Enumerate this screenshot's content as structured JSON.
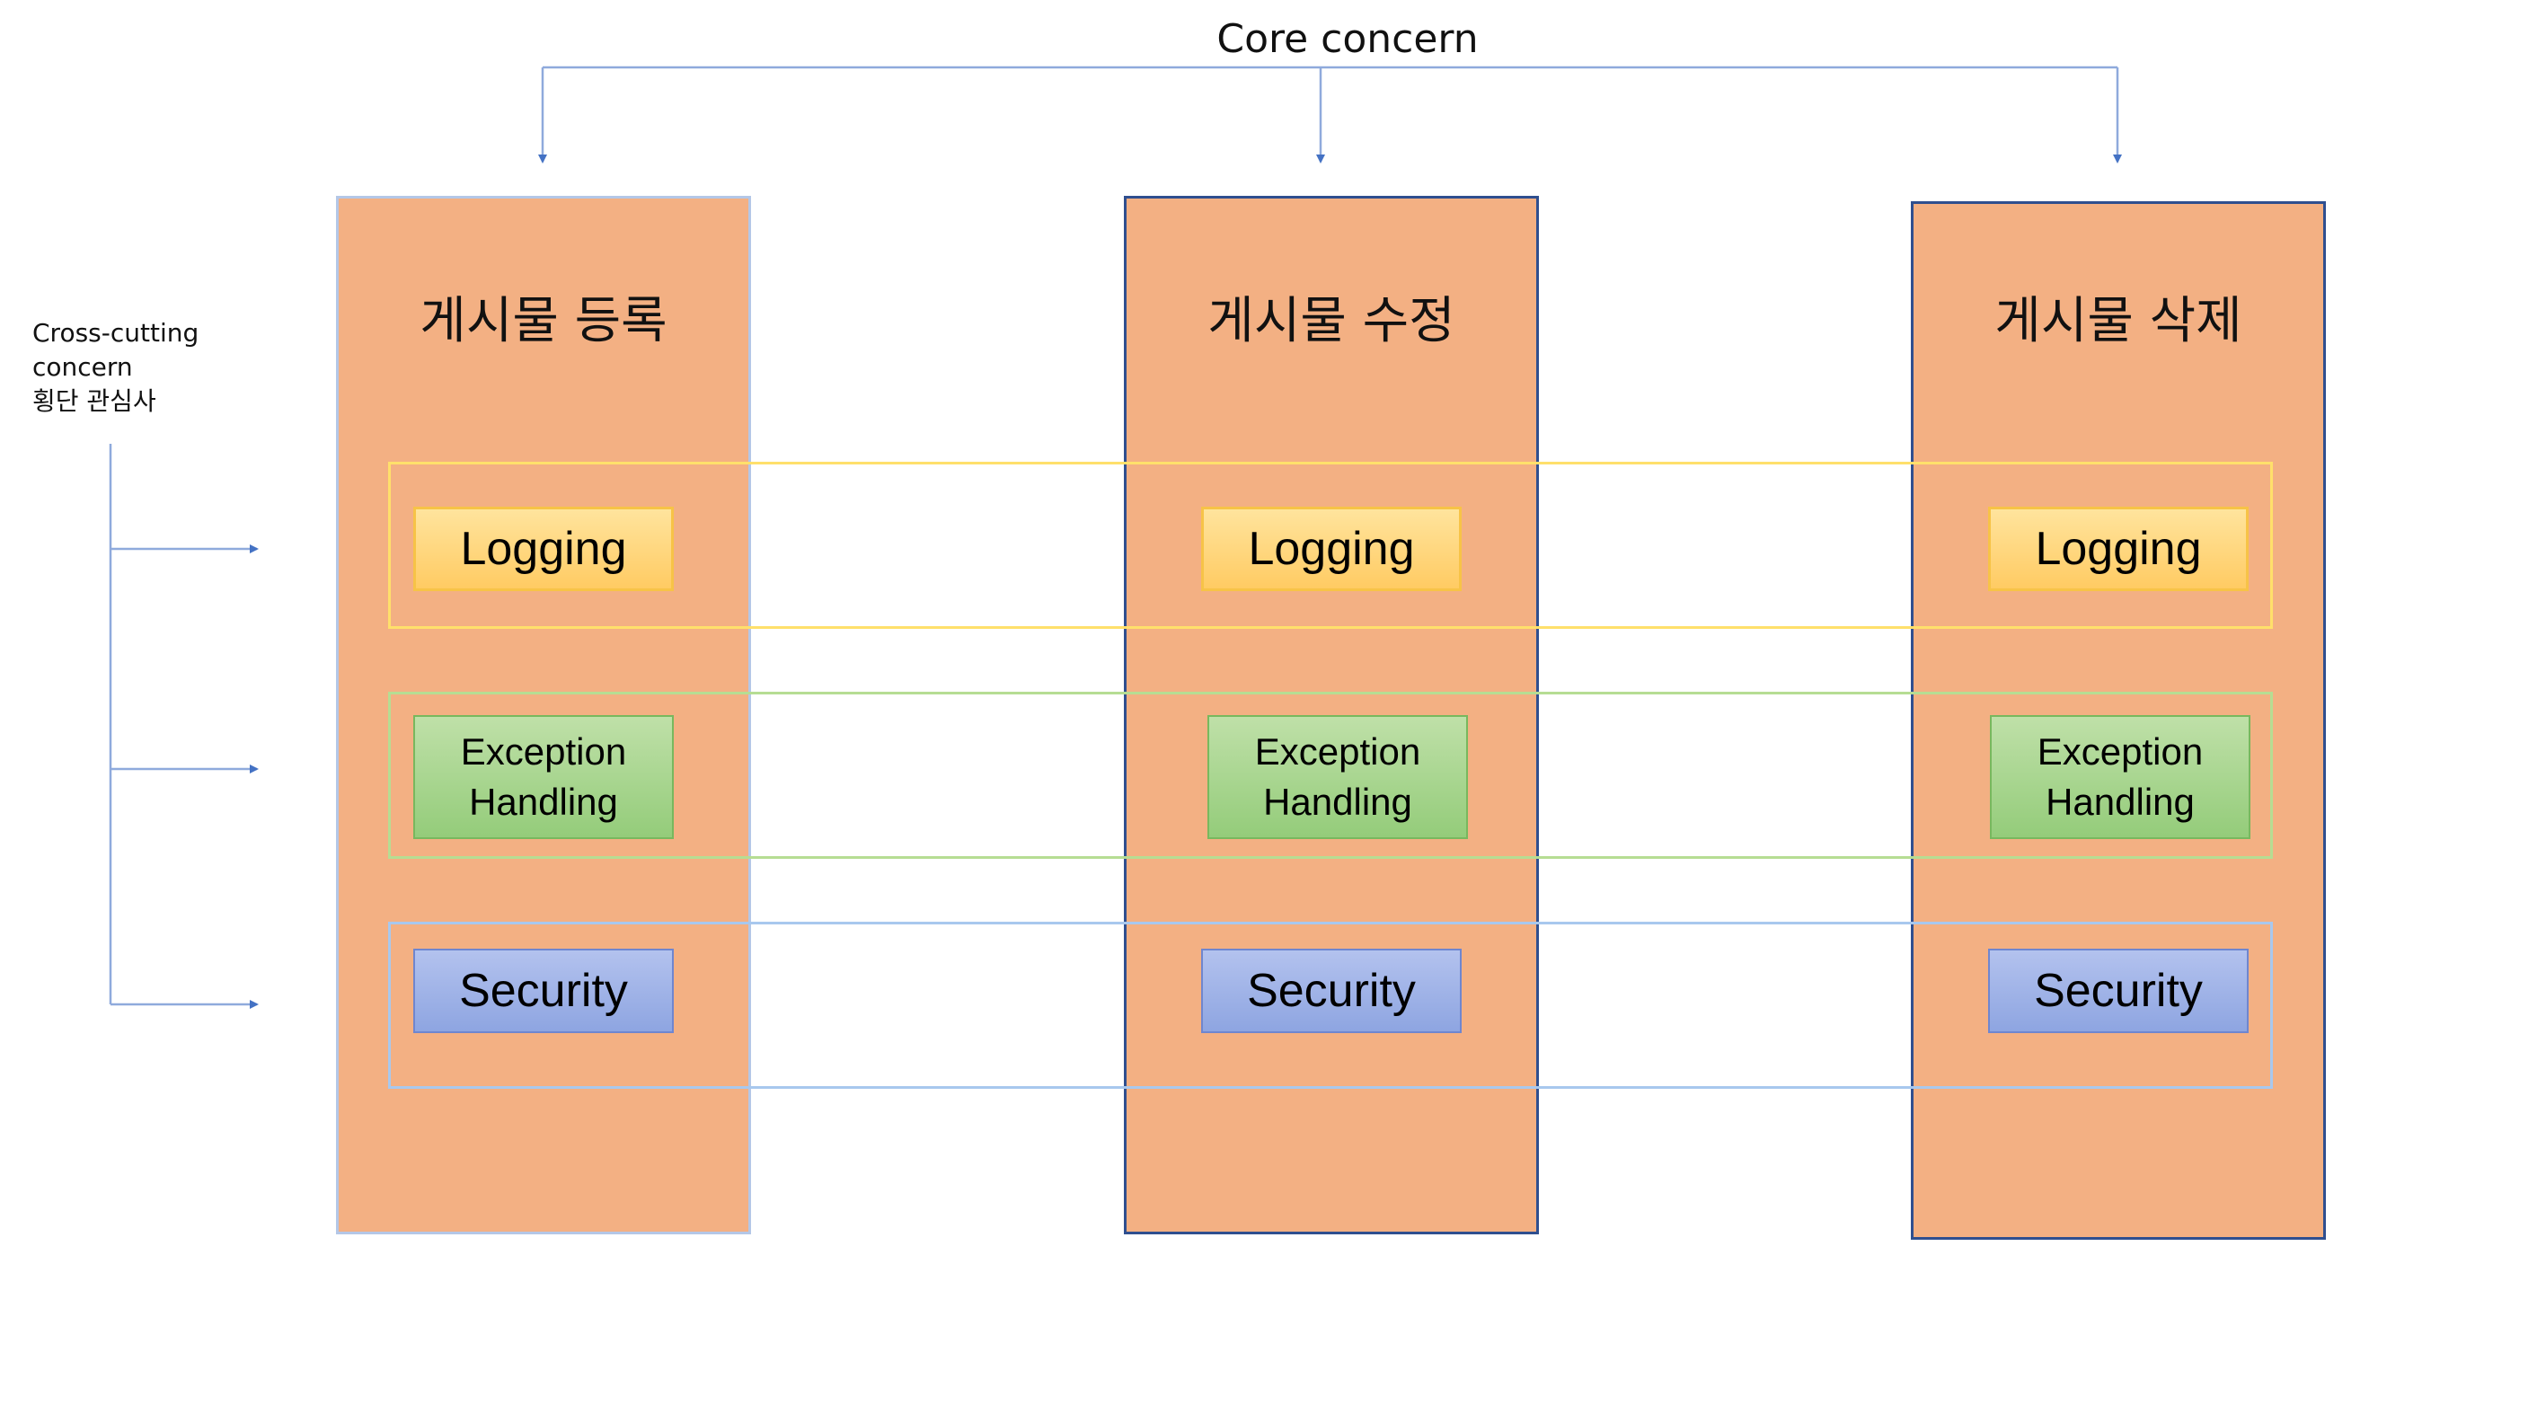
{
  "core_concern_label": "Core concern",
  "cross_cutting_label": {
    "line1": "Cross-cutting",
    "line2": "concern",
    "line3": "횡단 관심사"
  },
  "columns": [
    {
      "title": "게시물 등록"
    },
    {
      "title": "게시물 수정"
    },
    {
      "title": "게시물 삭제"
    }
  ],
  "concerns": {
    "logging": "Logging",
    "exception_line1": "Exception",
    "exception_line2": "Handling",
    "security": "Security"
  },
  "colors": {
    "column_fill": "#f3b083",
    "logging_band": "#ffe06b",
    "exception_band": "#b6dd93",
    "security_band": "#a8c8ee",
    "connector": "#4472c4"
  }
}
